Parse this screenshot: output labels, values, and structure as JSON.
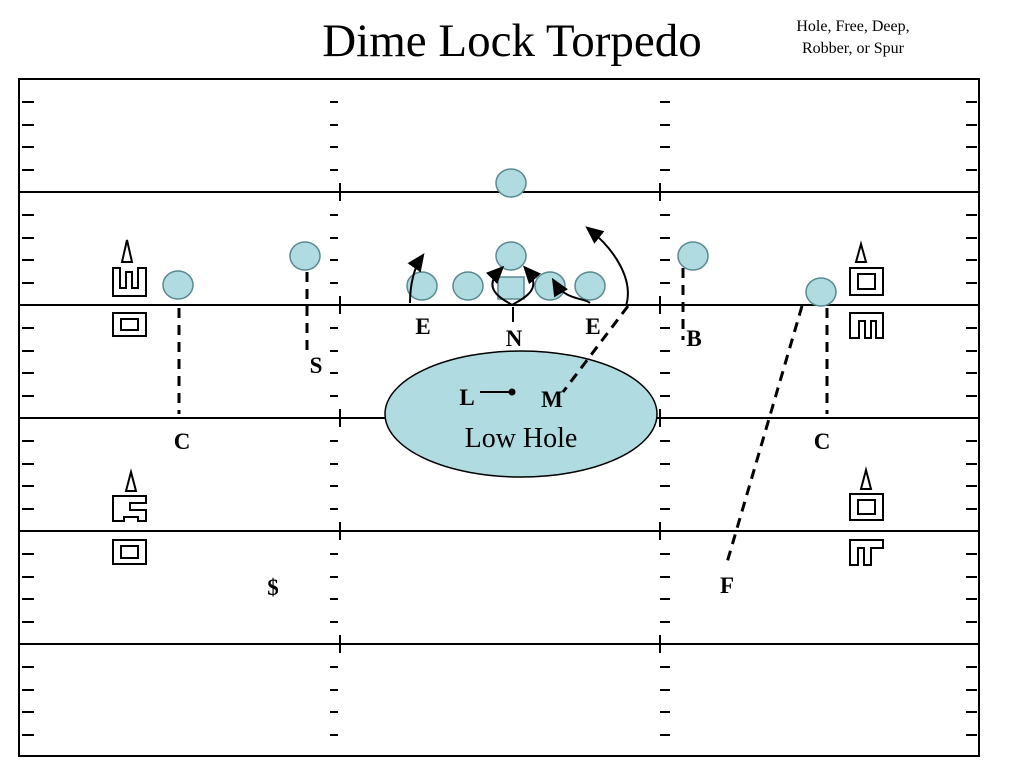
{
  "title": "Dime Lock Torpedo",
  "note": {
    "line1": "Hole, Free, Deep,",
    "line2": "Robber, or Spur"
  },
  "zone": {
    "label": "Low Hole"
  },
  "labels": {
    "end_left": "E",
    "nose": "N",
    "end_right": "E",
    "linebacker_l": "L",
    "linebacker_m": "M",
    "corner_left": "C",
    "corner_right": "C",
    "strong_safety": "S",
    "buck": "B",
    "free_safety": "F",
    "money": "$"
  },
  "colors": {
    "player_fill": "#b0dbe0",
    "player_stroke": "#5a8a90",
    "field_line": "#000000"
  }
}
